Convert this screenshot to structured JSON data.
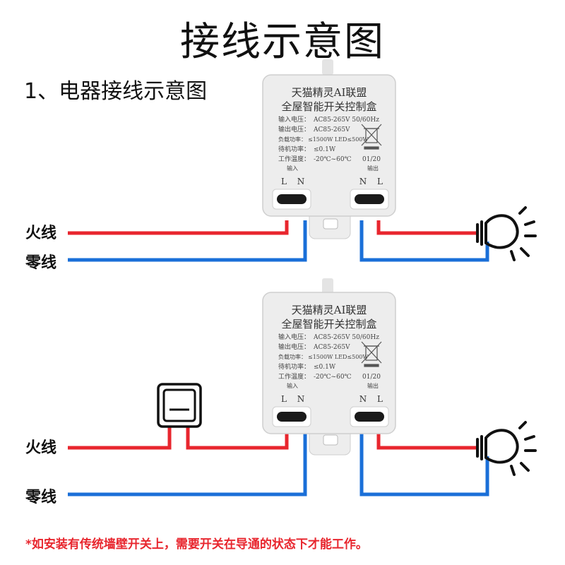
{
  "title": "接线示意图",
  "section_title": "1、电器接线示意图",
  "note": "*如安装有传统墙壁开关上，需要开关在导通的状态下才能工作。",
  "wire_labels": {
    "live": "火线",
    "neutral": "零线"
  },
  "colors": {
    "live": "#e8262e",
    "neutral": "#1a6fd8",
    "box": "#ededed",
    "terminal": "#1a1a1a"
  },
  "device": {
    "brand": "天猫精灵AI联盟",
    "product": "全屋智能开关控制盒",
    "specs": [
      {
        "label": "输入电压：",
        "value": "AC85-265V  50/60Hz"
      },
      {
        "label": "输出电压：",
        "value": "AC85-265V"
      },
      {
        "label": "负载功率：",
        "value": "≤1500W  LED≤500W"
      },
      {
        "label": "待机功率：",
        "value": "≤0.1W"
      },
      {
        "label": "工作温度：",
        "value": "-20℃~60℃"
      }
    ],
    "date_code": "01/20",
    "input_label": "输入",
    "output_label": "输出",
    "input_terminals": [
      "L",
      "N"
    ],
    "output_terminals": [
      "N",
      "L"
    ]
  },
  "icons": {
    "bulb": "light-bulb-icon",
    "switch": "wall-switch-icon",
    "weee": "crossed-bin-icon"
  }
}
